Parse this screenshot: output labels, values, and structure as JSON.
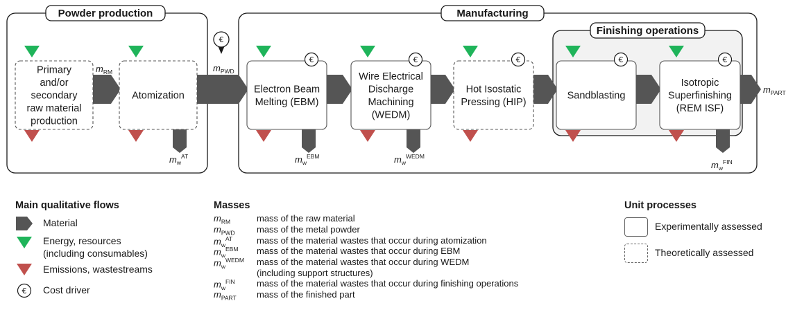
{
  "groups": {
    "powder": "Powder production",
    "manufacturing": "Manufacturing",
    "finishing": "Finishing operations"
  },
  "processes": [
    {
      "id": "raw",
      "lines": [
        "Primary",
        "and/or",
        "secondary",
        "raw material",
        "production"
      ],
      "assessment": "theoretical",
      "cost_driver": false
    },
    {
      "id": "atomization",
      "lines": [
        "Atomization"
      ],
      "assessment": "theoretical",
      "cost_driver": false
    },
    {
      "id": "ebm",
      "lines": [
        "Electron Beam",
        "Melting (EBM)"
      ],
      "assessment": "experimental",
      "cost_driver": true
    },
    {
      "id": "wedm",
      "lines": [
        "Wire Electrical",
        "Discharge",
        "Machining",
        "(WEDM)"
      ],
      "assessment": "experimental",
      "cost_driver": true
    },
    {
      "id": "hip",
      "lines": [
        "Hot Isostatic",
        "Pressing (HIP)"
      ],
      "assessment": "theoretical",
      "cost_driver": true
    },
    {
      "id": "sandblasting",
      "lines": [
        "Sandblasting"
      ],
      "assessment": "experimental",
      "cost_driver": true
    },
    {
      "id": "isf",
      "lines": [
        "Isotropic",
        "Superfinishing",
        "(REM ISF)"
      ],
      "assessment": "experimental",
      "cost_driver": true
    }
  ],
  "flow_labels": {
    "m_rm": {
      "sym": "m",
      "sub": "RM"
    },
    "m_pwd": {
      "sym": "m",
      "sub": "PWD"
    },
    "m_part": {
      "sym": "m",
      "sub": "PART"
    },
    "m_w_at": {
      "sym": "m",
      "sub": "w",
      "sup": "AT"
    },
    "m_w_ebm": {
      "sym": "m",
      "sub": "w",
      "sup": "EBM"
    },
    "m_w_wedm": {
      "sym": "m",
      "sub": "w",
      "sup": "WEDM"
    },
    "m_w_fin": {
      "sym": "m",
      "sub": "w",
      "sup": "FIN"
    }
  },
  "euro_symbol": "€",
  "legend_flows": {
    "title": "Main qualitative flows",
    "items": [
      {
        "icon": "material-arrow-icon",
        "label": "Material"
      },
      {
        "icon": "energy-triangle-icon",
        "label": "Energy, resources",
        "label2": "(including consumables)"
      },
      {
        "icon": "emission-triangle-icon",
        "label": "Emissions, wastestreams"
      },
      {
        "icon": "euro-circle-icon",
        "label": "Cost driver"
      }
    ]
  },
  "legend_masses": {
    "title": "Masses",
    "items": [
      {
        "sym": "m",
        "sub": "RM",
        "sup": "",
        "desc": "mass of the raw material"
      },
      {
        "sym": "m",
        "sub": "PWD",
        "sup": "",
        "desc": "mass of the metal powder"
      },
      {
        "sym": "m",
        "sub": "w",
        "sup": "AT",
        "desc": "mass of the material wastes that occur during atomization"
      },
      {
        "sym": "m",
        "sub": "w",
        "sup": "EBM",
        "desc": "mass of the material wastes that occur during EBM"
      },
      {
        "sym": "m",
        "sub": "w",
        "sup": "WEDM",
        "desc": "mass of the material wastes that occur during WEDM"
      },
      {
        "sym": "",
        "sub": "",
        "sup": "",
        "desc": "(including support structures)"
      },
      {
        "sym": "m",
        "sub": "w",
        "sup": "FIN",
        "desc": "mass of the material wastes that occur during finishing operations"
      },
      {
        "sym": "m",
        "sub": "PART",
        "sup": "",
        "desc": "mass of the finished part"
      }
    ]
  },
  "legend_units": {
    "title": "Unit processes",
    "experimental": "Experimentally assessed",
    "theoretical": "Theoretically assessed"
  },
  "colors": {
    "material": "#555555",
    "energy": "#1fb45a",
    "emission": "#c0504d",
    "finishing_bg": "#f2f2f2"
  }
}
